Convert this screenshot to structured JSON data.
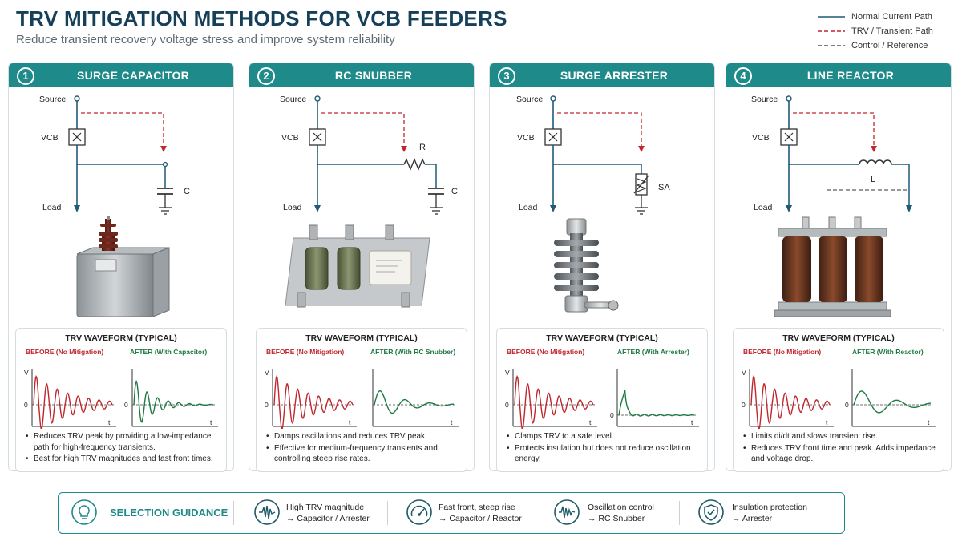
{
  "title": "TRV MITIGATION METHODS FOR VCB FEEDERS",
  "subtitle": "Reduce transient recovery voltage stress and improve system reliability",
  "legend": [
    {
      "label": "Normal Current Path",
      "style": "solid",
      "color": "#1f5a77"
    },
    {
      "label": "TRV / Transient Path",
      "style": "dashed",
      "color": "#c0272d"
    },
    {
      "label": "Control / Reference",
      "style": "dashed",
      "color": "#333333"
    }
  ],
  "colors": {
    "header": "#1e8a8a",
    "before": "#c0272d",
    "after": "#1f7a44",
    "path": "#1f5a77"
  },
  "circuit_labels": {
    "source": "Source",
    "vcb": "VCB",
    "load": "Load"
  },
  "waveform_title": "TRV WAVEFORM (TYPICAL)",
  "before_label": "BEFORE (No Mitigation)",
  "axis": {
    "v": "V",
    "zero": "0",
    "t": "t"
  },
  "panels": [
    {
      "num": "1",
      "title": "SURGE CAPACITOR",
      "component": "capacitor",
      "component_labels": [
        "C"
      ],
      "equipment": "capacitor-unit",
      "after_label": "AFTER (With Capacitor)",
      "after_waveform": "fast-decay",
      "bullets": [
        "Reduces TRV peak by providing a low-impedance path for high-frequency transients.",
        "Best for high TRV magnitudes and fast front times."
      ]
    },
    {
      "num": "2",
      "title": "RC SNUBBER",
      "component": "rc",
      "component_labels": [
        "R",
        "C"
      ],
      "equipment": "rc-snubber-unit",
      "after_label": "AFTER (With RC Snubber)",
      "after_waveform": "damped",
      "bullets": [
        "Damps oscillations and reduces TRV peak.",
        "Effective for medium-frequency transients and controlling steep rise rates."
      ]
    },
    {
      "num": "3",
      "title": "SURGE ARRESTER",
      "component": "arrester",
      "component_labels": [
        "SA"
      ],
      "equipment": "arrester-unit",
      "after_label": "AFTER (With Arrester)",
      "after_waveform": "clamped",
      "bullets": [
        "Clamps TRV to a safe level.",
        "Protects insulation but does not reduce oscillation energy."
      ]
    },
    {
      "num": "4",
      "title": "LINE REACTOR",
      "component": "reactor",
      "component_labels": [
        "L"
      ],
      "equipment": "reactor-unit",
      "after_label": "AFTER (With Reactor)",
      "after_waveform": "slow-rise",
      "bullets": [
        "Limits di/dt and slows transient rise.",
        "Reduces TRV front time and peak. Adds impedance and voltage drop."
      ]
    }
  ],
  "guidance": {
    "label": "SELECTION GUIDANCE",
    "items": [
      {
        "icon": "waveform-icon",
        "line1": "High TRV magnitude",
        "line2": "→ Capacitor / Arrester"
      },
      {
        "icon": "gauge-icon",
        "line1": "Fast front, steep rise",
        "line2": "→ Capacitor / Reactor"
      },
      {
        "icon": "oscillation-icon",
        "line1": "Oscillation control",
        "line2": "→ RC Snubber"
      },
      {
        "icon": "shield-icon",
        "line1": "Insulation protection",
        "line2": "→ Arrester"
      }
    ]
  }
}
